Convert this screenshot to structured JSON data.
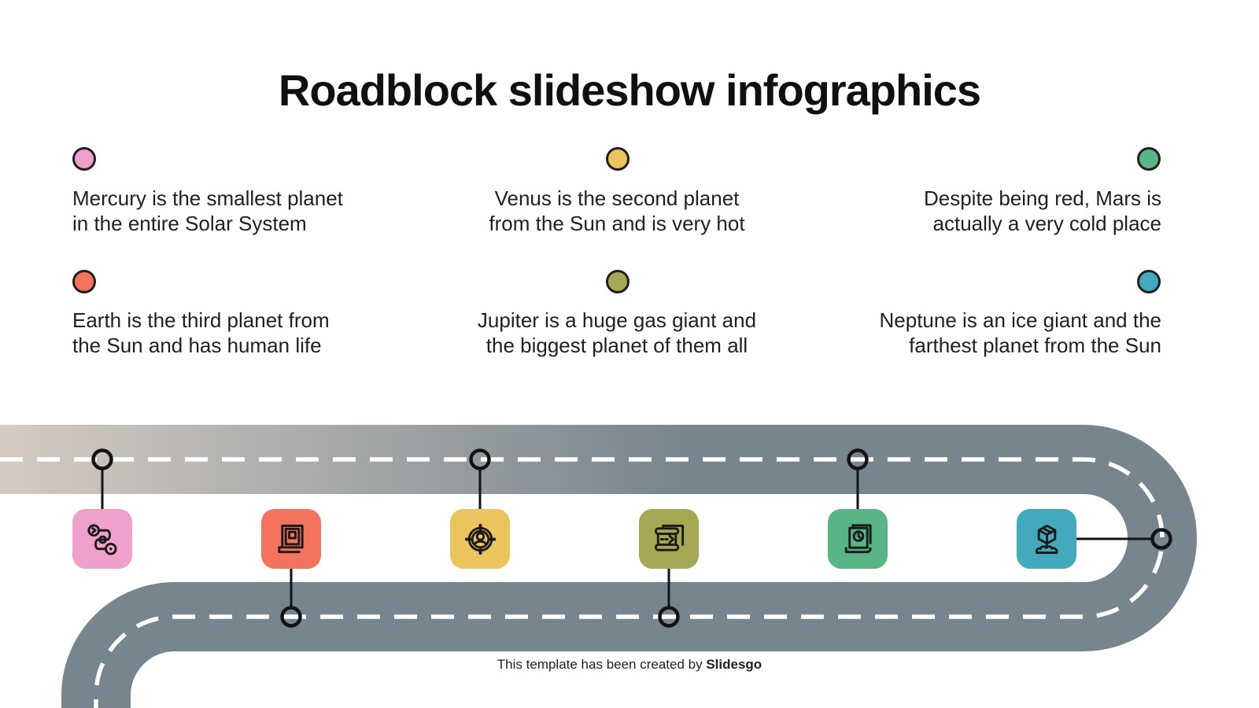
{
  "title": "Roadblock slideshow infographics",
  "facts": [
    {
      "color": "#EFA0CB",
      "text": "Mercury is the smallest planet\nin the entire Solar System"
    },
    {
      "color": "#EAC55E",
      "text": "Venus is the second planet\nfrom the Sun and is very hot"
    },
    {
      "color": "#58B586",
      "text": "Despite being red, Mars is\nactually a very cold place"
    },
    {
      "color": "#F4735E",
      "text": "Earth is the third planet from\nthe Sun and has human life"
    },
    {
      "color": "#A6A854",
      "text": "Jupiter is a huge gas giant and\nthe biggest planet of them all"
    },
    {
      "color": "#43A9BC",
      "text": "Neptune is an ice giant and the\nfarthest planet from the Sun"
    }
  ],
  "road_items": [
    {
      "icon": "route-process-icon",
      "color": "#EFA0CB"
    },
    {
      "icon": "book-icon",
      "color": "#F4735E"
    },
    {
      "icon": "audience-target-icon",
      "color": "#EAC55E"
    },
    {
      "icon": "map-scroll-arrow-icon",
      "color": "#A6A854"
    },
    {
      "icon": "report-chart-icon",
      "color": "#58B586"
    },
    {
      "icon": "package-delivery-icon",
      "color": "#43A9BC"
    }
  ],
  "footer": {
    "text": "This template has been created by ",
    "brand": "Slidesgo"
  },
  "colors": {
    "road": "#76858E",
    "road_gradient_start": "#D5CBC2",
    "dash": "#FFFFFF",
    "line": "#141414",
    "text": "#1F1F1F"
  }
}
